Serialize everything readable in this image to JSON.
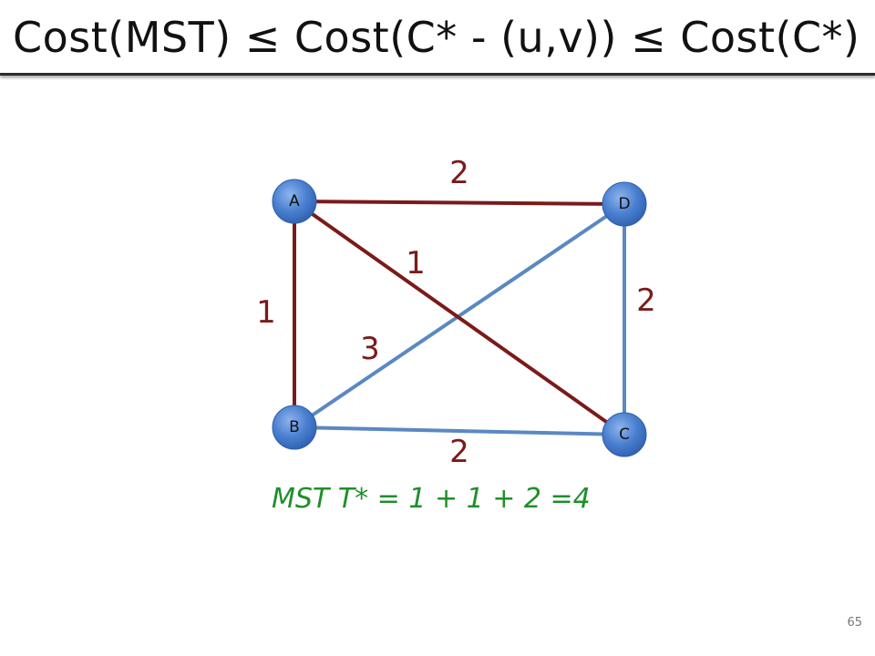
{
  "title": "Cost(MST) ≤ Cost(C* - (u,v)) ≤ Cost(C*)",
  "colors": {
    "tree_edge": "#7b1a1a",
    "other_edge": "#5b88c2",
    "node_fill": "#4a7fd0",
    "formula": "#1e8f2a"
  },
  "graph": {
    "nodes": [
      "A",
      "D",
      "B",
      "C"
    ],
    "edges": [
      {
        "from": "A",
        "to": "D",
        "weight": "2",
        "in_tree": true
      },
      {
        "from": "A",
        "to": "B",
        "weight": "1",
        "in_tree": true
      },
      {
        "from": "A",
        "to": "C",
        "weight": "1",
        "in_tree": true
      },
      {
        "from": "D",
        "to": "C",
        "weight": "2",
        "in_tree": false
      },
      {
        "from": "D",
        "to": "B",
        "weight": "3",
        "in_tree": false
      },
      {
        "from": "B",
        "to": "C",
        "weight": "2",
        "in_tree": false
      }
    ]
  },
  "formula": "MST T* = 1 + 1 + 2 =4",
  "page_number": "65"
}
